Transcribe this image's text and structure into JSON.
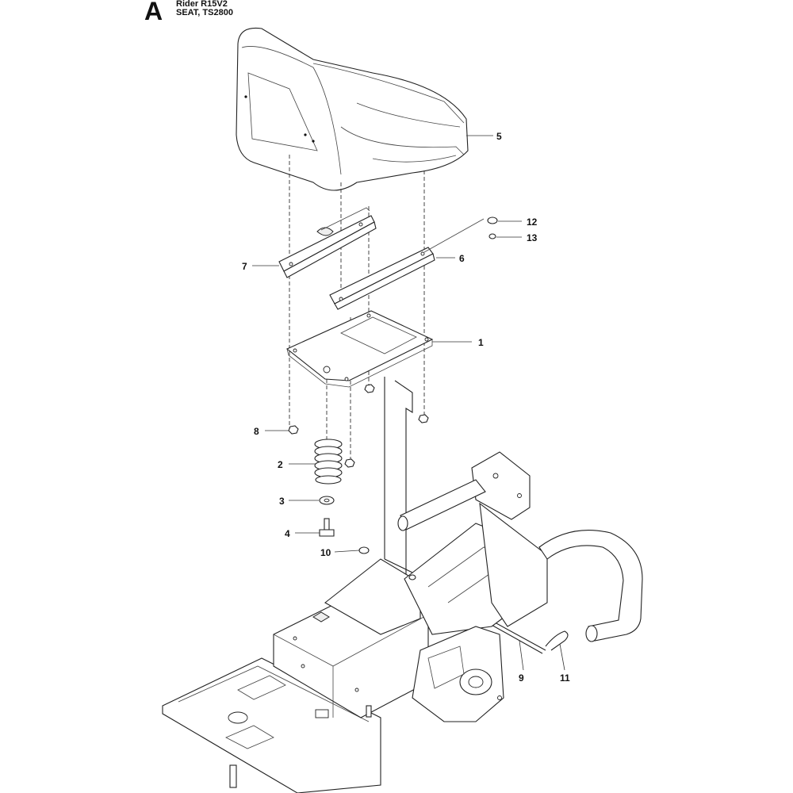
{
  "header": {
    "section_letter": "A",
    "model": "Rider R15V2",
    "subtitle": "SEAT, TS2800"
  },
  "callouts": {
    "c1": "1",
    "c2": "2",
    "c3": "3",
    "c4": "4",
    "c5": "5",
    "c6": "6",
    "c7": "7",
    "c8": "8",
    "c9": "9",
    "c10": "10",
    "c11": "11",
    "c12": "12",
    "c13": "13"
  }
}
